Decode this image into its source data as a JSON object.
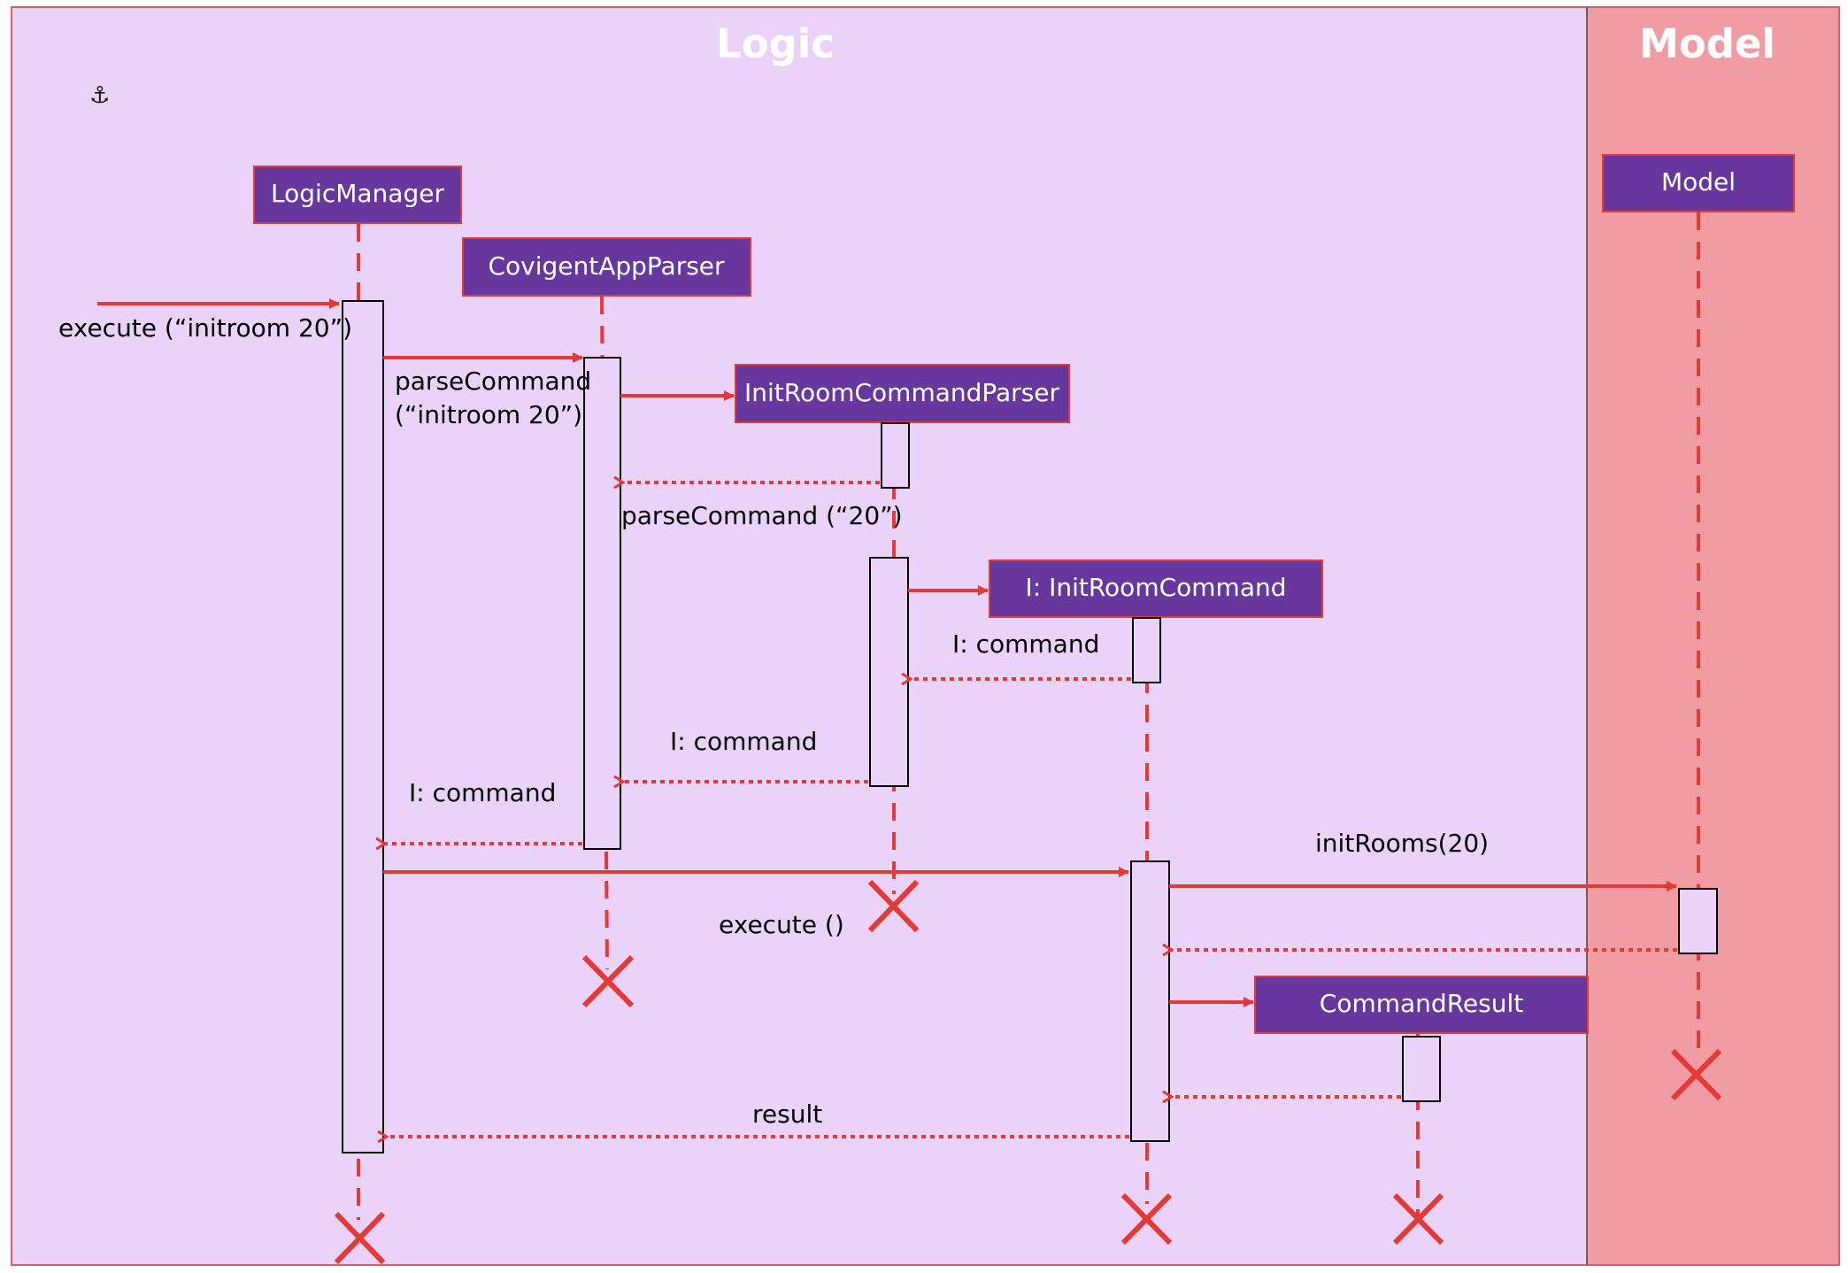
{
  "colors": {
    "logic_bg": "#EBD2F8",
    "model_bg": "#F19BA3",
    "frame_border": "#E05A67",
    "participant_fill": "#67379E",
    "participant_border": "#E53935",
    "line_red": "#E53935",
    "activation_fill": "#EBD2F8",
    "activation_border": "#000000"
  },
  "frames": {
    "logic_title": "Logic",
    "model_title": "Model"
  },
  "icons": {
    "anchor": "⚓"
  },
  "participants": {
    "logic_manager": "LogicManager",
    "covigent_app_parser": "CovigentAppParser",
    "init_room_command_parser": "InitRoomCommandParser",
    "init_room_command": "I: InitRoomCommand",
    "command_result": "CommandResult",
    "model": "Model"
  },
  "messages": {
    "execute_call": "execute (“initroom 20”)",
    "parse_command_line1": "parseCommand",
    "parse_command_line2": "(“initroom 20”)",
    "parse_command_20": "parseCommand (“20”)",
    "command_return_1": "I: command",
    "command_return_2": "I: command",
    "command_return_3": "I: command",
    "execute_empty": "execute ()",
    "init_rooms": "initRooms(20)",
    "result": "result"
  }
}
